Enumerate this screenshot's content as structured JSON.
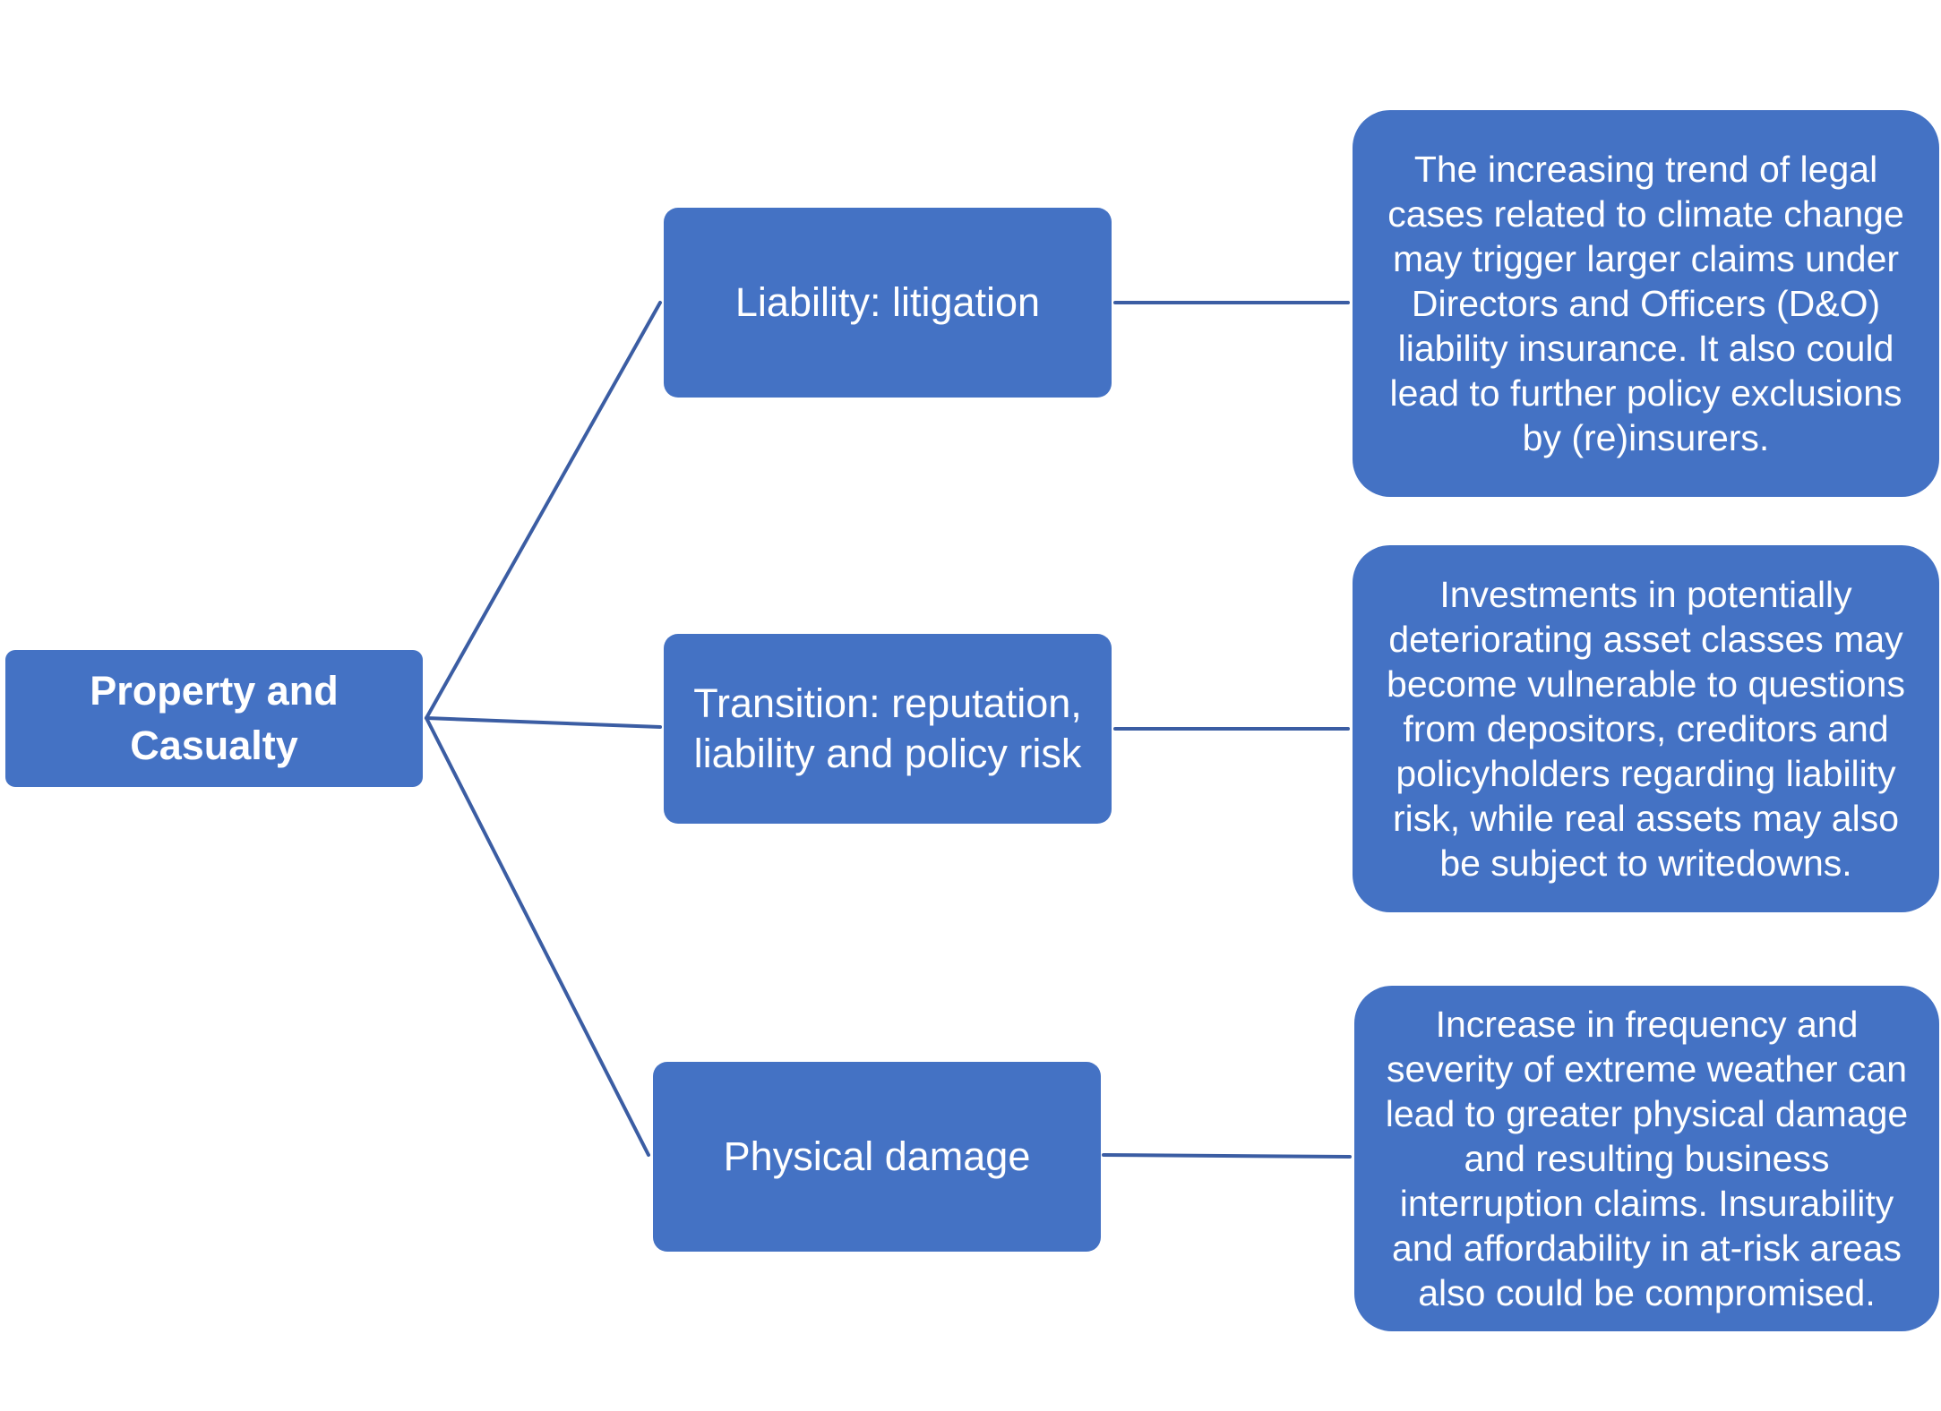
{
  "diagram": {
    "root": {
      "label": "Property and Casualty"
    },
    "branches": [
      {
        "label": "Liability: litigation",
        "description": "The increasing trend of legal cases related to climate change may trigger larger claims under Directors and Officers (D&O) liability insurance. It also could lead to further policy exclusions by (re)insurers."
      },
      {
        "label": "Transition: reputation, liability and policy risk",
        "description": "Investments in potentially deteriorating asset classes may become vulnerable to questions from depositors, creditors and policyholders regarding liability risk, while real assets may also be subject to writedowns."
      },
      {
        "label": "Physical damage",
        "description": "Increase in frequency and severity of extreme weather can lead to greater physical damage and resulting business interruption claims. Insurability and affordability in at-risk areas also could be compromised."
      }
    ],
    "colors": {
      "node_fill": "#4472c4",
      "node_text": "#ffffff",
      "connector": "#3b5da3",
      "background": "#ffffff"
    }
  }
}
